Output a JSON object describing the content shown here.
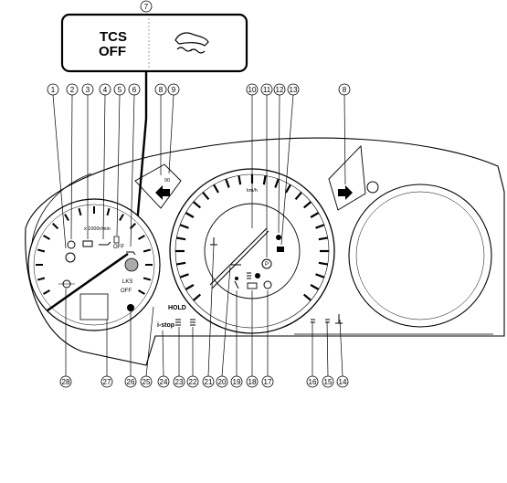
{
  "inset": {
    "tcs_line1": "TCS",
    "tcs_line2": "OFF"
  },
  "gauge_labels": {
    "tach_scale": "x 1000r/min",
    "speed_unit": "km/h",
    "hold": "HOLD",
    "istop": "i-stop",
    "tcs_off_small": "OFF",
    "dsc_off_small": "OFF",
    "lks_small": "LKS",
    "brake_p": "P",
    "top_counter": "00"
  },
  "callouts": [
    {
      "n": "1"
    },
    {
      "n": "2"
    },
    {
      "n": "3"
    },
    {
      "n": "4"
    },
    {
      "n": "5"
    },
    {
      "n": "6"
    },
    {
      "n": "7"
    },
    {
      "n": "8"
    },
    {
      "n": "9"
    },
    {
      "n": "10"
    },
    {
      "n": "11"
    },
    {
      "n": "12"
    },
    {
      "n": "13"
    },
    {
      "n": "8"
    },
    {
      "n": "14"
    },
    {
      "n": "15"
    },
    {
      "n": "16"
    },
    {
      "n": "17"
    },
    {
      "n": "18"
    },
    {
      "n": "19"
    },
    {
      "n": "20"
    },
    {
      "n": "21"
    },
    {
      "n": "22"
    },
    {
      "n": "23"
    },
    {
      "n": "24"
    },
    {
      "n": "25"
    },
    {
      "n": "26"
    },
    {
      "n": "27"
    },
    {
      "n": "28"
    }
  ],
  "icons": [
    "tcs-off-icon",
    "slip-indicator-icon",
    "turn-left-arrow-icon",
    "turn-right-arrow-icon",
    "abs-icon",
    "brake-icon",
    "check-engine-icon",
    "oil-pressure-icon",
    "low-fuel-icon",
    "airbag-icon",
    "seatbelt-icon",
    "parking-brake-icon",
    "battery-icon",
    "high-beam-icon",
    "fog-light-icon",
    "coolant-temp-icon",
    "headlight-icon",
    "door-ajar-icon"
  ]
}
